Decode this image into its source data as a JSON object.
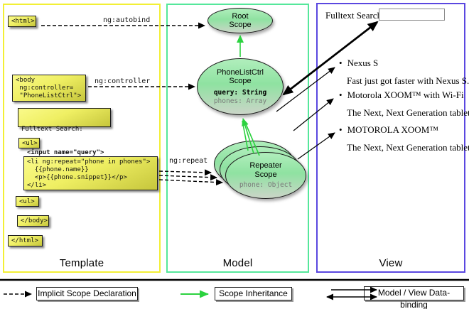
{
  "labels": {
    "template": "Template",
    "model": "Model",
    "view": "View",
    "ng_autobind": "ng:autobind",
    "ng_controller": "ng:controller",
    "ng_repeat": "ng:repeat"
  },
  "template_code": {
    "html_open": "<html>",
    "body_open": "<body\n ng:controller=\n \"PhoneListCtrl\">",
    "fulltext_label": "Fulltext Search:",
    "fulltext_input": "<input name=\"query\">",
    "ul_open": "<ul>",
    "li_repeat": "<li ng:repeat=\"phone in phones\">\n  {{phone.name}}\n  <p>{{phone.snippet}}</p>\n</li>",
    "ul_close": "<ul>",
    "body_close": "</body>",
    "html_close": "</html>"
  },
  "model": {
    "root_scope": "Root\nScope",
    "phonelist_title": "PhoneListCtrl\nScope",
    "phonelist_prop1": "query: String",
    "phonelist_prop2": "phones: Array",
    "repeater_title": "Repeater\nScope",
    "repeater_prop": "phone: Object"
  },
  "view": {
    "fulltext_label": "Fulltext Search:",
    "input_value": "",
    "items": [
      {
        "title": "Nexus S",
        "desc": "Fast just got faster with Nexus S."
      },
      {
        "title": "Motorola XOOM™ with Wi-Fi",
        "desc": "The Next, Next Generation tablet."
      },
      {
        "title": "MOTOROLA XOOM™",
        "desc": "The Next, Next Generation tablet."
      }
    ]
  },
  "legend": {
    "implicit": "Implicit Scope Declaration",
    "inheritance": "Scope Inheritance",
    "binding": "Model / View Data-binding"
  },
  "icons": {
    "bullet": "•"
  },
  "colors": {
    "template_border": "#f2ef35",
    "model_border": "#55e79b",
    "view_border": "#5a47e0",
    "code_box_fill_top": "#fafa8a",
    "code_box_fill_bottom": "#c6c63c",
    "scope_fill_top": "#b0eebc",
    "scope_fill_bottom": "#cbd5c8",
    "inheritance_arrow": "#2bd23f",
    "arrow_black": "#000000",
    "gray_prop_text": "#7a7a7a"
  }
}
